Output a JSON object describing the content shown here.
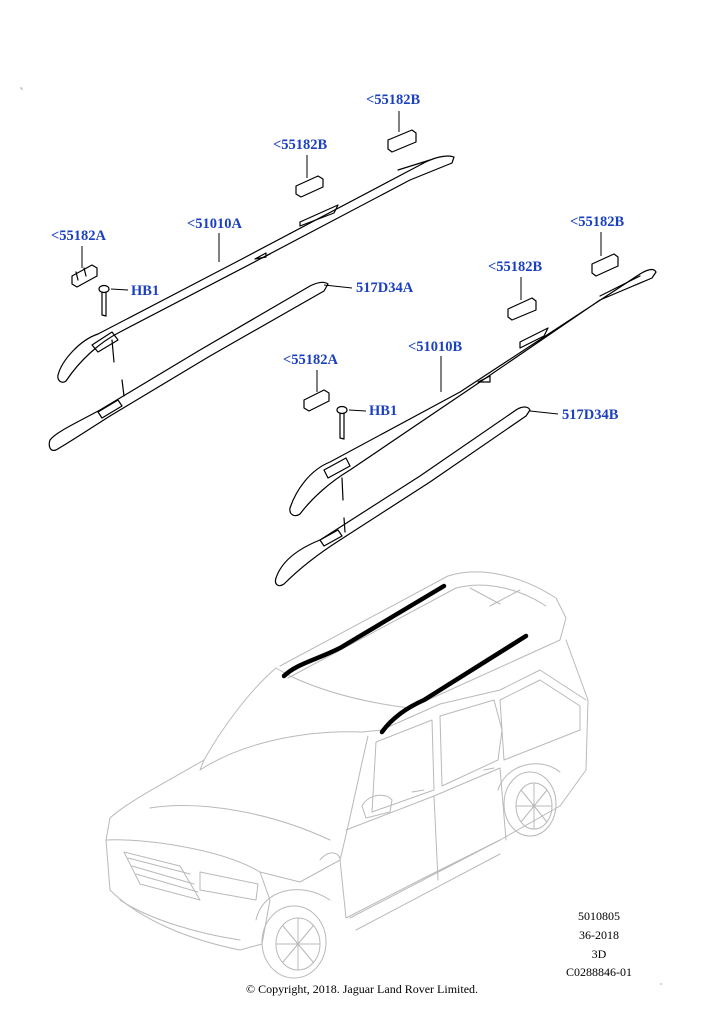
{
  "callouts": {
    "c1": "<55182B",
    "c2": "<55182B",
    "c3": "<55182A",
    "c4": "<51010A",
    "c5": "HB1",
    "c6": "517D34A",
    "c7": "<55182B",
    "c8": "<55182B",
    "c9": "<55182A",
    "c10": "<51010B",
    "c11": "HB1",
    "c12": "517D34B"
  },
  "meta": {
    "code": "5010805",
    "date": "36-2018",
    "view": "3D",
    "ref": "C0288846-01"
  },
  "copyright": "© Copyright, 2018. Jaguar Land Rover Limited."
}
